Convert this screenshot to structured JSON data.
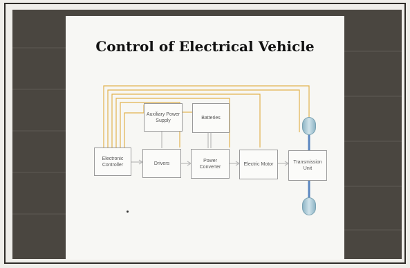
{
  "slide": {
    "title": "Control of Electrical Vehicle"
  },
  "diagram": {
    "blocks": {
      "electronic_controller": "Electronic Controller",
      "auxiliary_power_supply": "Auxiliary Power Supply",
      "batteries": "Batteries",
      "drivers": "Drivers",
      "power_converter": "Power Converter",
      "electric_motor": "Electric Motor",
      "transmission_unit": "Transmission Unit"
    },
    "colors": {
      "control_lines": "#e2b24e",
      "flow_lines": "#b9b9b9",
      "wheel_axle": "#5a86c0",
      "wheel": "#a9c8d4"
    },
    "icons": [
      "wheel-icon",
      "wheel-icon"
    ]
  }
}
